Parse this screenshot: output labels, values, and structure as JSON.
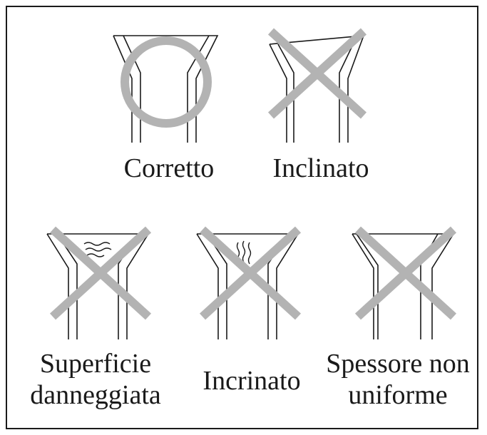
{
  "figures": [
    {
      "id": "correct",
      "label": "Corretto",
      "mark": "circle",
      "defect": "none"
    },
    {
      "id": "tilted",
      "label": "Inclinato",
      "mark": "cross",
      "defect": "tilted-edge"
    },
    {
      "id": "damaged",
      "label_lines": [
        "Superficie",
        "danneggiata"
      ],
      "mark": "cross",
      "defect": "wavy-surface"
    },
    {
      "id": "cracked",
      "label": "Incrinato",
      "mark": "cross",
      "defect": "vertical-cracks"
    },
    {
      "id": "uneven",
      "label_lines": [
        "Spessore non",
        "uniforme"
      ],
      "mark": "cross",
      "defect": "uneven-thickness"
    }
  ],
  "colors": {
    "line": "#1a1a1a",
    "mark": "#b3b3b3",
    "border": "#1a1a1a",
    "background": "#ffffff"
  }
}
